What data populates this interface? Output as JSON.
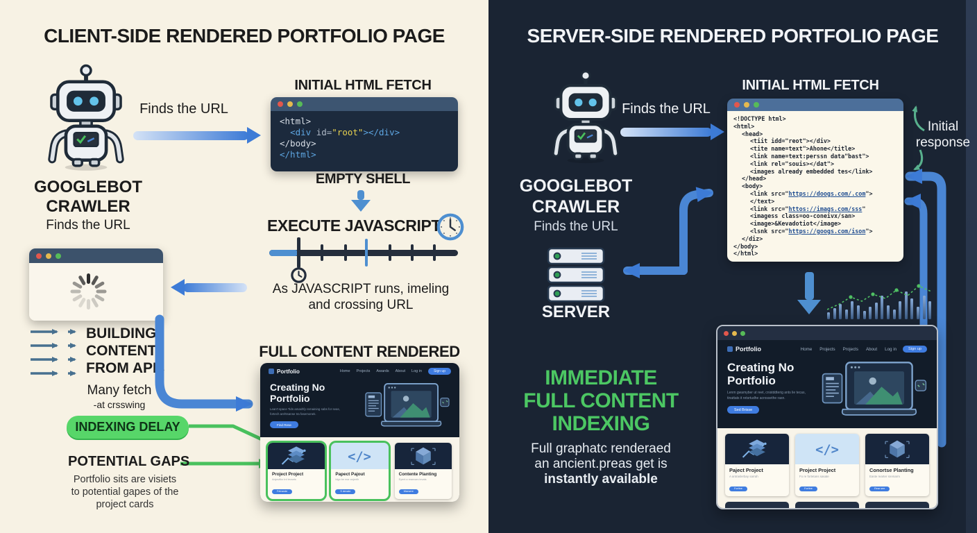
{
  "left_panel": {
    "title": "CLIENT-SIDE RENDERED PORTFOLIO PAGE",
    "finds_the_url": "Finds the URL",
    "fetch_heading": "INITIAL HTML FETCH",
    "code_window": {
      "lines": [
        [
          {
            "t": "<html>",
            "c": "tag"
          }
        ],
        [
          {
            "t": "  ",
            "c": "pl"
          },
          {
            "t": "<div",
            "c": "blue"
          },
          {
            "t": " id=",
            "c": "pl"
          },
          {
            "t": "\"root\"",
            "c": "yel"
          },
          {
            "t": "></div>",
            "c": "blue"
          }
        ],
        [
          {
            "t": "</body>",
            "c": "tag"
          }
        ],
        [
          {
            "t": "</html>",
            "c": "blue"
          }
        ]
      ]
    },
    "empty_shell": "EMPTY SHELL",
    "execute_javascript": "EXECUTE JAVASCRIPT",
    "timeline_caption": [
      "As JAVASCRIPT runs, imeling",
      "and crossing URL"
    ],
    "crawler_label": [
      "GOOGLEBOT",
      "CRAWLER"
    ],
    "crawler_sub": "Finds the URL",
    "building_label": [
      "BUILDING",
      "CONTENT",
      "FROM APIs"
    ],
    "many_fetch": [
      "Many fetch",
      "-at crsswing"
    ],
    "indexing_delay": "INDEXING DELAY",
    "potential_gaps": "POTENTIAL GAPS",
    "potential_gaps_desc": [
      "Portfolio sits are visiets",
      "to potential gapes of the",
      "project cards"
    ],
    "rendered_heading": "FULL CONTENT RENDERED",
    "portfolio": {
      "brand": "Portfolio",
      "nav": [
        "Home",
        "Projects",
        "Awards",
        "About",
        "Log in"
      ],
      "cta": "Sign up",
      "hero_title": [
        "Creating No",
        "Portfolio"
      ],
      "hero_sub": [
        "Lean't space Tids amashfy remaining sabs for seas,",
        "fortech arehtsanse tra fasemonek."
      ],
      "hero_btn": "Find Rese",
      "cards": [
        {
          "icon": "layers",
          "thumb": "dark",
          "title": "Project Project",
          "sub": "Adysvitko trd tecsets",
          "btn": "Fetrande",
          "highlight": true
        },
        {
          "icon": "code",
          "thumb": "light",
          "title": "Papect Pajout",
          "sub": "Idgn be mar anjenfir",
          "btn": "S devate",
          "highlight": true
        },
        {
          "icon": "cube",
          "thumb": "dark",
          "title": "Contente Planting",
          "sub": "Eyent a reanvars tevats",
          "btn": "Warsere",
          "highlight": false
        }
      ]
    }
  },
  "right_panel": {
    "title": "SERVER-SIDE RENDERED PORTFOLIO PAGE",
    "finds_the_url": "Finds the URL",
    "fetch_heading": "INITIAL HTML FETCH",
    "initial_response": [
      "Initial",
      "response"
    ],
    "code_window": {
      "lines": [
        {
          "i": 0,
          "parts": [
            {
              "t": "<!DOCTYPE html>"
            }
          ]
        },
        {
          "i": 0,
          "parts": [
            {
              "t": "<html>"
            }
          ]
        },
        {
          "i": 1,
          "parts": [
            {
              "t": "<head>"
            }
          ]
        },
        {
          "i": 2,
          "parts": [
            {
              "t": "<tiit idd=\"reot\"></div>"
            }
          ]
        },
        {
          "i": 2,
          "parts": [
            {
              "t": "<tite name=text\">Ahone</title>"
            }
          ]
        },
        {
          "i": 2,
          "parts": [
            {
              "t": "<link name=text:perssn data\"bast\">"
            }
          ]
        },
        {
          "i": 2,
          "parts": [
            {
              "t": "<link rel=\"souis></dat\">"
            }
          ]
        },
        {
          "i": 2,
          "parts": [
            {
              "t": "<images already embedded tes</link>"
            }
          ]
        },
        {
          "i": 1,
          "parts": [
            {
              "t": "</head>"
            }
          ]
        },
        {
          "i": 1,
          "parts": [
            {
              "t": "<body>"
            }
          ]
        },
        {
          "i": 2,
          "parts": [
            {
              "t": "<link src=\""
            },
            {
              "t": "https://doogs.com/.com",
              "u": true
            },
            {
              "t": "\">"
            }
          ]
        },
        {
          "i": 2,
          "parts": [
            {
              "t": "</text>"
            }
          ]
        },
        {
          "i": 2,
          "parts": [
            {
              "t": "<link src=\""
            },
            {
              "t": "httos://imags.com/sss",
              "u": true
            },
            {
              "t": "\""
            }
          ]
        },
        {
          "i": 2,
          "parts": [
            {
              "t": "<imagess class=oo-coneivx/san>"
            }
          ]
        },
        {
          "i": 2,
          "parts": [
            {
              "t": "<image>&Kevadotiot</image>"
            }
          ]
        },
        {
          "i": 2,
          "parts": [
            {
              "t": "<lsnk src=\""
            },
            {
              "t": "https://googs.com/ison",
              "u": true
            },
            {
              "t": "\">"
            }
          ]
        },
        {
          "i": 1,
          "parts": [
            {
              "t": "</diz>"
            }
          ]
        },
        {
          "i": 0,
          "parts": [
            {
              "t": "</body>"
            }
          ]
        },
        {
          "i": 0,
          "parts": [
            {
              "t": "</html>"
            }
          ]
        }
      ]
    },
    "crawler_label": [
      "GOOGLEBOT",
      "CRAWLER"
    ],
    "crawler_sub": "Finds the URL",
    "server_label": "SERVER",
    "indexing_heading": [
      "IMMEDIATE",
      "FULL CONTENT",
      "INDEXING"
    ],
    "indexing_desc": [
      "Full graphatc renderaed",
      "an ancient.preas get is"
    ],
    "indexing_desc_bold": "instantly available",
    "sparkline": {
      "bars": [
        10,
        16,
        22,
        14,
        26,
        20,
        12,
        18,
        24,
        34,
        20,
        14,
        26,
        40,
        30,
        18,
        34,
        26
      ]
    },
    "portfolio": {
      "brand": "Portfolio",
      "nav": [
        "Home",
        "Projects",
        "Projects",
        "About",
        "Log in"
      ],
      "cta": "Sign up",
      "hero_title": [
        "Creating No",
        "Portfolio"
      ],
      "hero_sub": [
        "Lenm gwamyber ut reet, cnistddterig ants lie tecas,",
        "tinattats it retsrtudhe acrossethe rasn."
      ],
      "hero_btn": "Sed Brisse",
      "cards": [
        {
          "icon": "layers",
          "thumb": "dark",
          "title": "Paject Project",
          "sub": "A antraslerbay sarrah",
          "btn": "Fortine",
          "highlight": false
        },
        {
          "icon": "code",
          "thumb": "light",
          "title": "Project Project",
          "sub": "Fo re fortetans sasate",
          "btn": "Fortine",
          "highlight": false
        },
        {
          "icon": "cube",
          "thumb": "dark",
          "title": "Conortse Planting",
          "sub": "Easte rearter sremarm",
          "btn": "Rear see",
          "highlight": false
        }
      ]
    }
  },
  "colors": {
    "accent_blue": "#3d7bd6",
    "accent_green": "#49c15d",
    "left_bg": "#f7f2e4",
    "right_bg": "#1a2433"
  }
}
